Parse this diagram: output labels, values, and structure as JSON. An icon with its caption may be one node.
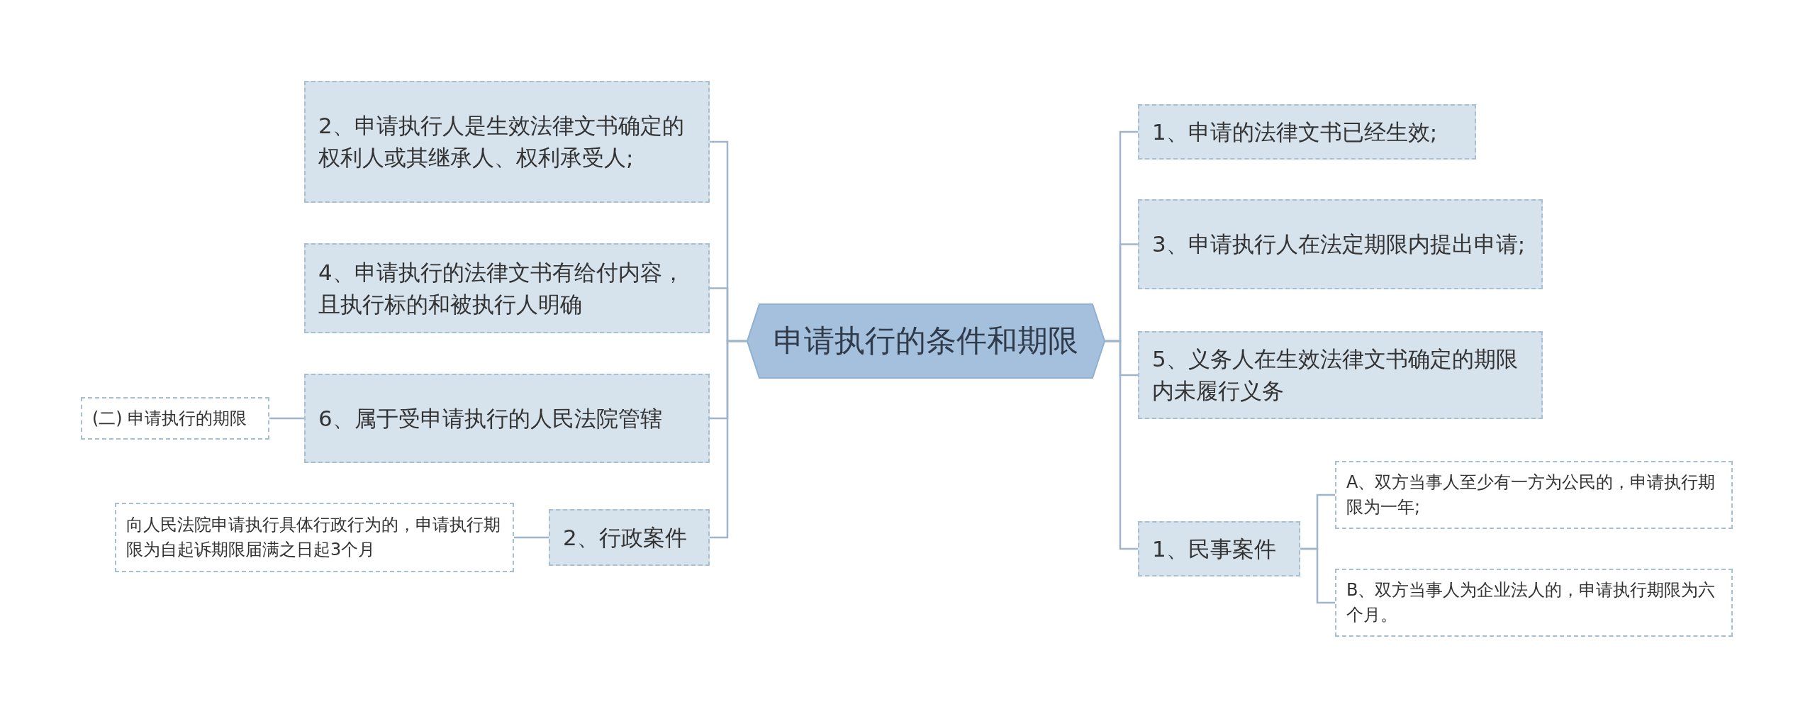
{
  "diagram": {
    "nodes": [
      {
        "text": [
          "申请执行的条件和期限"
        ]
      },
      {
        "text": [
          "1、申请的法律文书已经生效;"
        ]
      },
      {
        "text": [
          "3、申请执行人在法定期限内提出申请;"
        ]
      },
      {
        "text": [
          "5、义务人在生效法律文书确定的期限内未履行义务"
        ]
      },
      {
        "text": [
          "1、民事案件"
        ]
      },
      {
        "text": [
          "A、双方当事人至少有一方为公民的，申请执行期限为一年;"
        ]
      },
      {
        "text": [
          "B、双方当事人为企业法人的，申请执行期限为六个月。"
        ]
      },
      {
        "text": [
          "2、申请执行人是生效法律文书确定的权利人或其继承人、权利承受人;"
        ]
      },
      {
        "text": [
          "4、申请执行的法律文书有给付内容，且执行标的和被执行人明确"
        ]
      },
      {
        "text": [
          "6、属于受申请执行的人民法院管辖"
        ]
      },
      {
        "text": [
          "(二) 申请执行的期限"
        ]
      },
      {
        "text": [
          "2、行政案件"
        ]
      },
      {
        "text": [
          "向人民法院申请执行具体行政行为的，申请执行期限为自起诉期限届满之日起3个月"
        ]
      }
    ],
    "edges": [
      {
        "from": 0,
        "to": 1,
        "arrow": "none"
      },
      {
        "from": 0,
        "to": 2,
        "arrow": "none"
      },
      {
        "from": 0,
        "to": 3,
        "arrow": "none"
      },
      {
        "from": 0,
        "to": 4,
        "arrow": "none"
      },
      {
        "from": 4,
        "to": 5,
        "arrow": "none"
      },
      {
        "from": 4,
        "to": 6,
        "arrow": "none"
      },
      {
        "from": 0,
        "to": 7,
        "arrow": "none"
      },
      {
        "from": 0,
        "to": 8,
        "arrow": "none"
      },
      {
        "from": 0,
        "to": 9,
        "arrow": "none"
      },
      {
        "from": 9,
        "to": 10,
        "arrow": "none"
      },
      {
        "from": 0,
        "to": 11,
        "arrow": "none"
      },
      {
        "from": 11,
        "to": 12,
        "arrow": "none"
      }
    ]
  }
}
